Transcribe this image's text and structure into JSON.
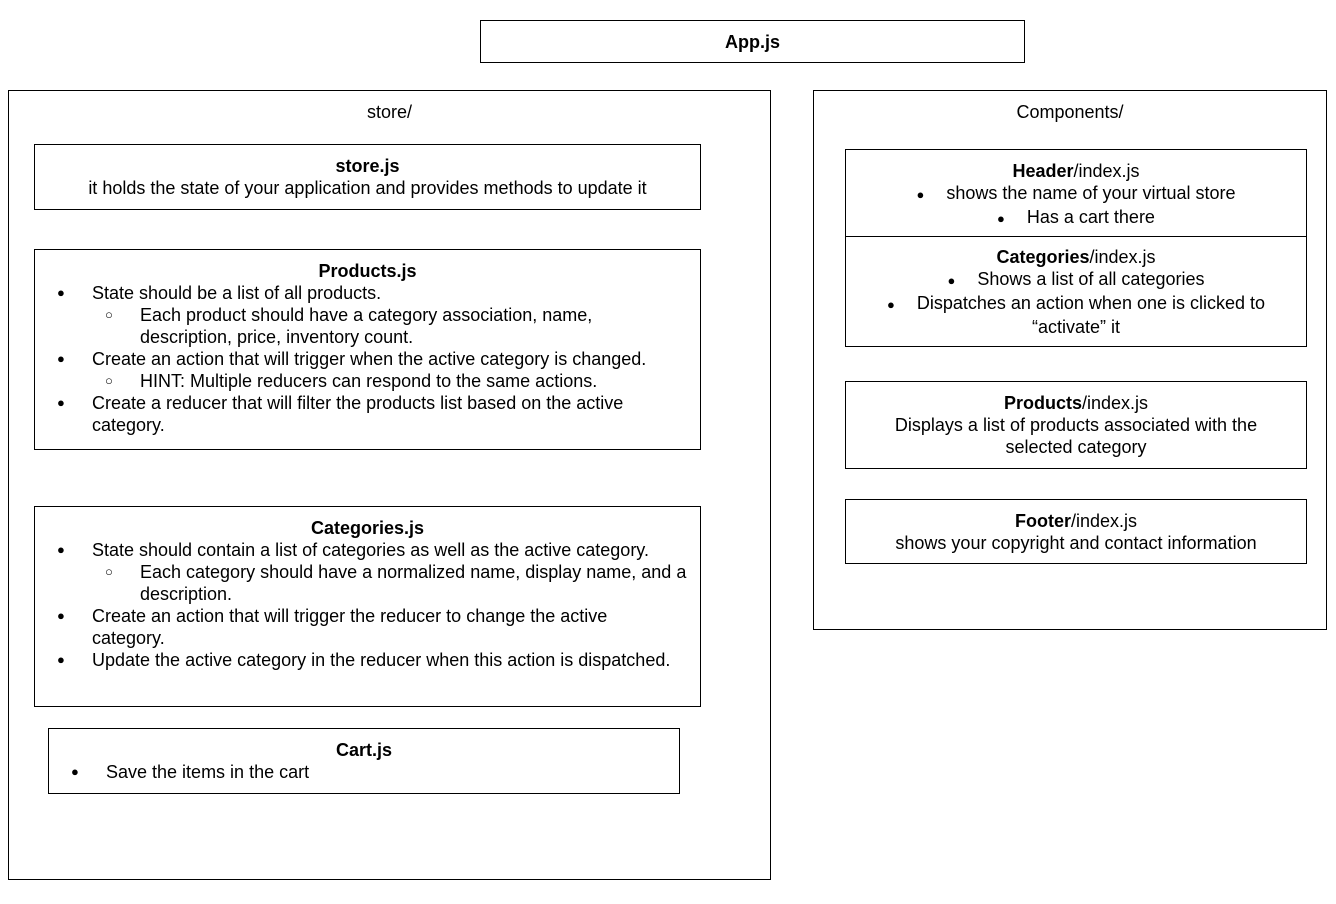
{
  "app": {
    "title": "App.js"
  },
  "store": {
    "folder": "store/",
    "store_js": {
      "title": "store.js",
      "desc": "it holds the state of your application and provides methods to update it"
    },
    "products_js": {
      "title": "Products.js",
      "items": [
        "State should be a list of all products.",
        "Each product should have a category association, name, description, price, inventory count.",
        "Create an action that will trigger when the active category is changed.",
        "HINT: Multiple reducers can respond to the same actions.",
        "Create a reducer that will filter the products list based on the active category."
      ]
    },
    "categories_js": {
      "title": "Categories.js",
      "items": [
        "State should contain a list of categories as well as the active category.",
        "Each category should have a normalized name, display name, and a description.",
        "Create an action that will trigger the reducer to change the active category.",
        "Update the active category in the reducer when this action is dispatched."
      ]
    },
    "cart_js": {
      "title": "Cart.js",
      "items": [
        "Save the items in the cart"
      ]
    }
  },
  "components": {
    "folder": "Components/",
    "header": {
      "name": "Header",
      "file": "/index.js",
      "items": [
        "shows the name of your virtual store",
        "Has a cart there"
      ]
    },
    "categories": {
      "name": "Categories",
      "file": "/index.js",
      "items": [
        "Shows a list of all categories",
        "Dispatches an action when one is clicked to “activate” it"
      ]
    },
    "products": {
      "name": "Products",
      "file": "/index.js",
      "desc": "Displays a list of products associated with the selected category"
    },
    "footer": {
      "name": "Footer",
      "file": "/index.js",
      "desc": "shows your copyright and contact information"
    }
  }
}
